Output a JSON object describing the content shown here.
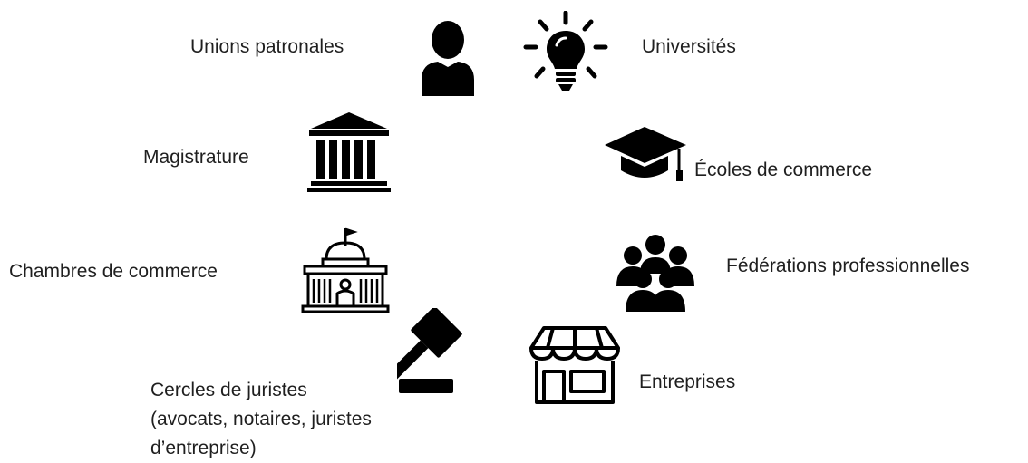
{
  "diagram": {
    "nodes": [
      {
        "id": "unions",
        "label": "Unions patronales",
        "icon": "person-icon"
      },
      {
        "id": "universites",
        "label": "Universités",
        "icon": "lightbulb-icon"
      },
      {
        "id": "magistrature",
        "label": "Magistrature",
        "icon": "courthouse-icon"
      },
      {
        "id": "ecoles",
        "label": "Écoles de commerce",
        "icon": "graduation-cap-icon"
      },
      {
        "id": "chambres",
        "label": "Chambres de commerce",
        "icon": "capitol-building-icon"
      },
      {
        "id": "federations",
        "label": "Fédérations professionnelles",
        "icon": "group-of-people-icon"
      },
      {
        "id": "cercles",
        "label_lines": [
          "Cercles de juristes",
          "(avocats, notaires, juristes",
          "d’entreprise)"
        ],
        "icon": "gavel-icon"
      },
      {
        "id": "entreprises",
        "label": "Entreprises",
        "icon": "storefront-icon"
      }
    ]
  }
}
